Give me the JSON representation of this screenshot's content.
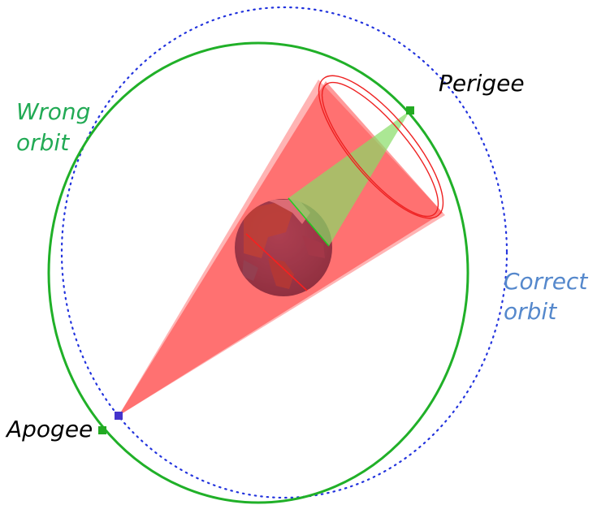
{
  "labels": {
    "wrong_orbit_line1": "Wrong",
    "wrong_orbit_line2": "orbit",
    "correct_orbit_line1": "Correct",
    "correct_orbit_line2": "orbit",
    "perigee": "Perigee",
    "apogee": "Apogee"
  },
  "colors": {
    "wrong_orbit": "#20b028",
    "correct_orbit": "#2233dd",
    "wrong_orbit_text": "#22aa55",
    "correct_orbit_text": "#5588cc",
    "point_text": "#000000",
    "cone_fill": "#ff2a2a",
    "cone_light_fill": "#ffb0b0",
    "beam_fill": "#88dd66",
    "satellite_marker": "#4433cc",
    "orbit_point_marker": "#22aa22"
  },
  "icons": {
    "earth": "earth-globe-icon",
    "satellite": "satellite-marker-icon"
  }
}
